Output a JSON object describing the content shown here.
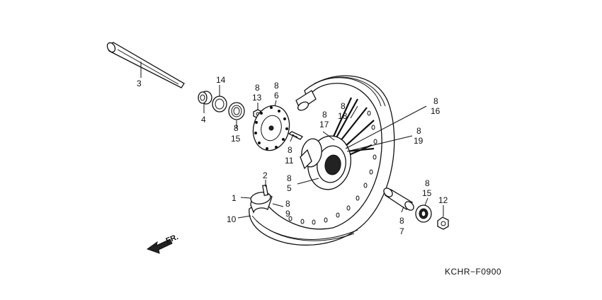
{
  "diagram_code": "KCHR−F0900",
  "direction_label": "FR.",
  "callouts": [
    {
      "id": "c3",
      "lines": [
        "3"
      ]
    },
    {
      "id": "c14",
      "lines": [
        "14"
      ]
    },
    {
      "id": "c4",
      "lines": [
        "4"
      ]
    },
    {
      "id": "c8-15a",
      "lines": [
        "8",
        "15"
      ]
    },
    {
      "id": "c8-13",
      "lines": [
        "8",
        "13"
      ]
    },
    {
      "id": "c8-6",
      "lines": [
        "8",
        "6"
      ]
    },
    {
      "id": "c8-18",
      "lines": [
        "8",
        "18"
      ]
    },
    {
      "id": "c8-17",
      "lines": [
        "8",
        "17"
      ]
    },
    {
      "id": "c8-16",
      "lines": [
        "8",
        "16"
      ]
    },
    {
      "id": "c8-19",
      "lines": [
        "8",
        "19"
      ]
    },
    {
      "id": "c8-11",
      "lines": [
        "8",
        "11"
      ]
    },
    {
      "id": "c8-5",
      "lines": [
        "8",
        "5"
      ]
    },
    {
      "id": "c2",
      "lines": [
        "2"
      ]
    },
    {
      "id": "c1",
      "lines": [
        "1"
      ]
    },
    {
      "id": "c8-9",
      "lines": [
        "8",
        "9"
      ]
    },
    {
      "id": "c10",
      "lines": [
        "10"
      ]
    },
    {
      "id": "c8-15b",
      "lines": [
        "8",
        "15"
      ]
    },
    {
      "id": "c12",
      "lines": [
        "12"
      ]
    },
    {
      "id": "c8-7",
      "lines": [
        "8",
        "7"
      ]
    }
  ]
}
